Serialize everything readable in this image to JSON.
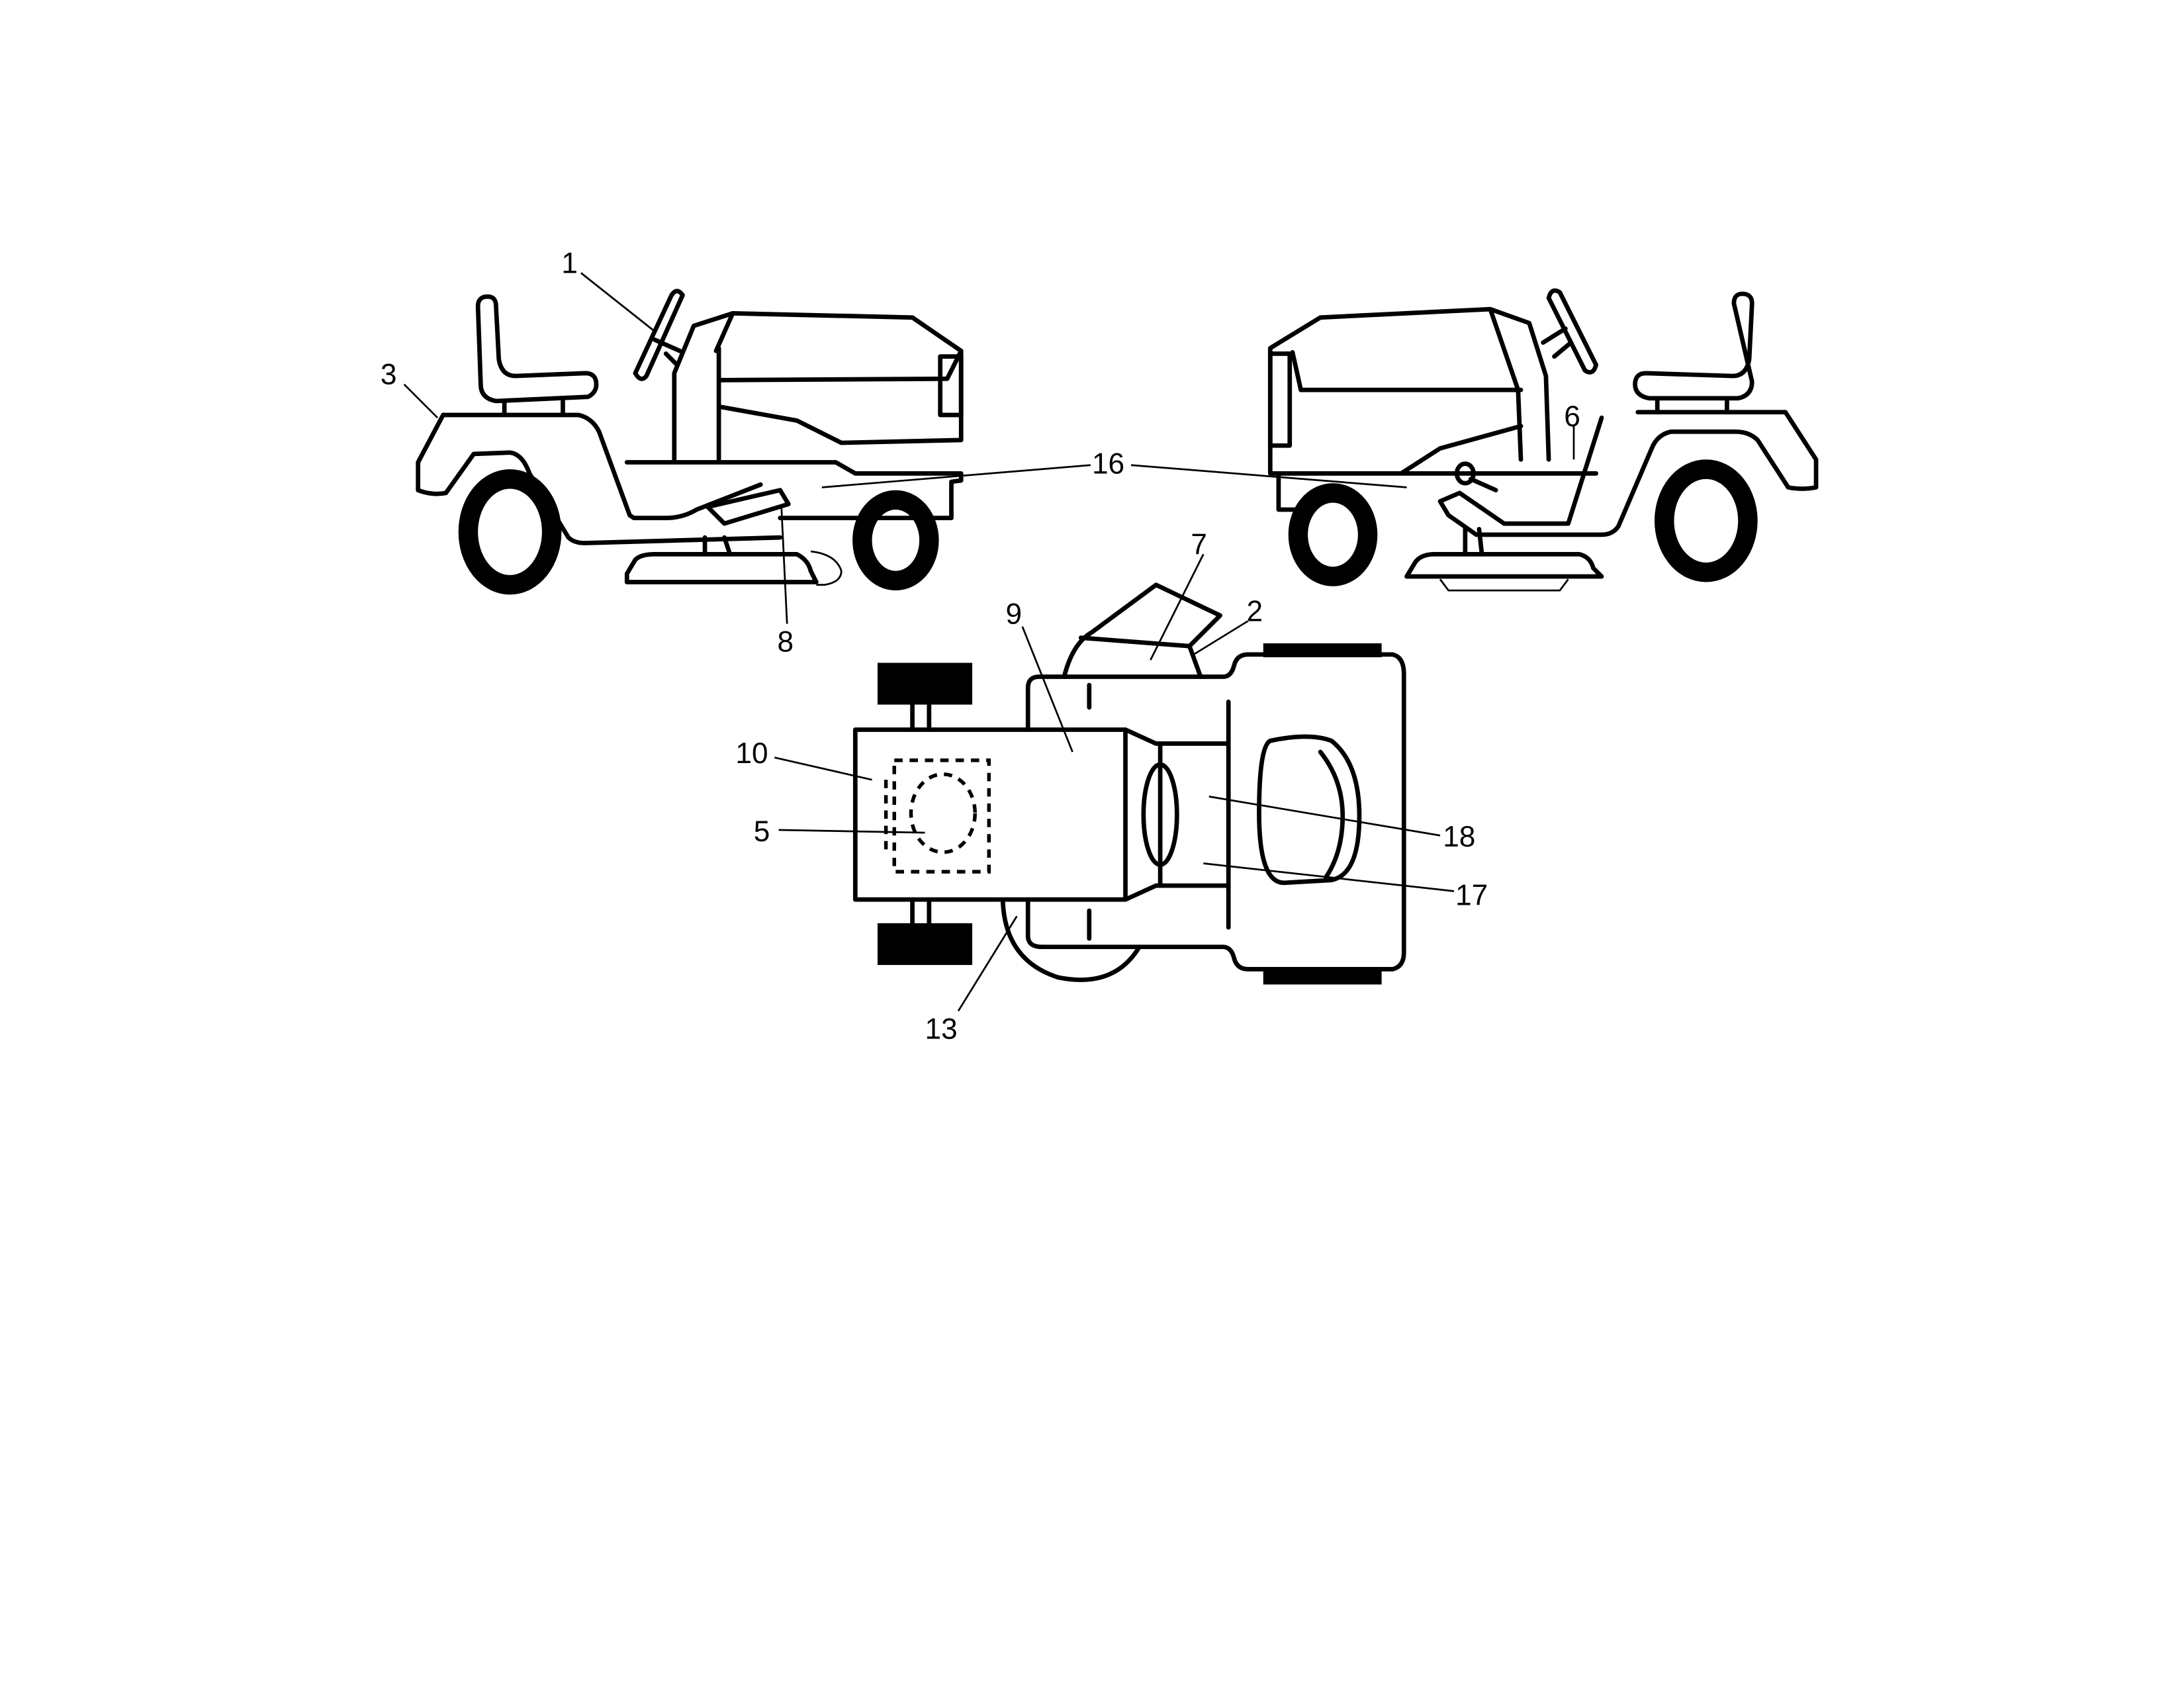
{
  "diagram": {
    "title": "Riding mower decal locations",
    "views": [
      "left-side-view",
      "right-side-view",
      "top-view"
    ],
    "callouts": [
      {
        "id": "1",
        "label": "1",
        "points_to": "steering wheel"
      },
      {
        "id": "2",
        "label": "2",
        "points_to": "discharge chute base"
      },
      {
        "id": "3",
        "label": "3",
        "points_to": "rear fender"
      },
      {
        "id": "5",
        "label": "5",
        "points_to": "under hood panel"
      },
      {
        "id": "6",
        "label": "6",
        "points_to": "dash side"
      },
      {
        "id": "7",
        "label": "7",
        "points_to": "discharge chute"
      },
      {
        "id": "8",
        "label": "8",
        "points_to": "lift lever"
      },
      {
        "id": "9",
        "label": "9",
        "points_to": "hood"
      },
      {
        "id": "10",
        "label": "10",
        "points_to": "hood underside"
      },
      {
        "id": "13",
        "label": "13",
        "points_to": "mower deck"
      },
      {
        "id": "16",
        "label": "16",
        "points_to": "side frame (both sides)"
      },
      {
        "id": "17",
        "label": "17",
        "points_to": "footrest"
      },
      {
        "id": "18",
        "label": "18",
        "points_to": "dash panel"
      }
    ]
  }
}
